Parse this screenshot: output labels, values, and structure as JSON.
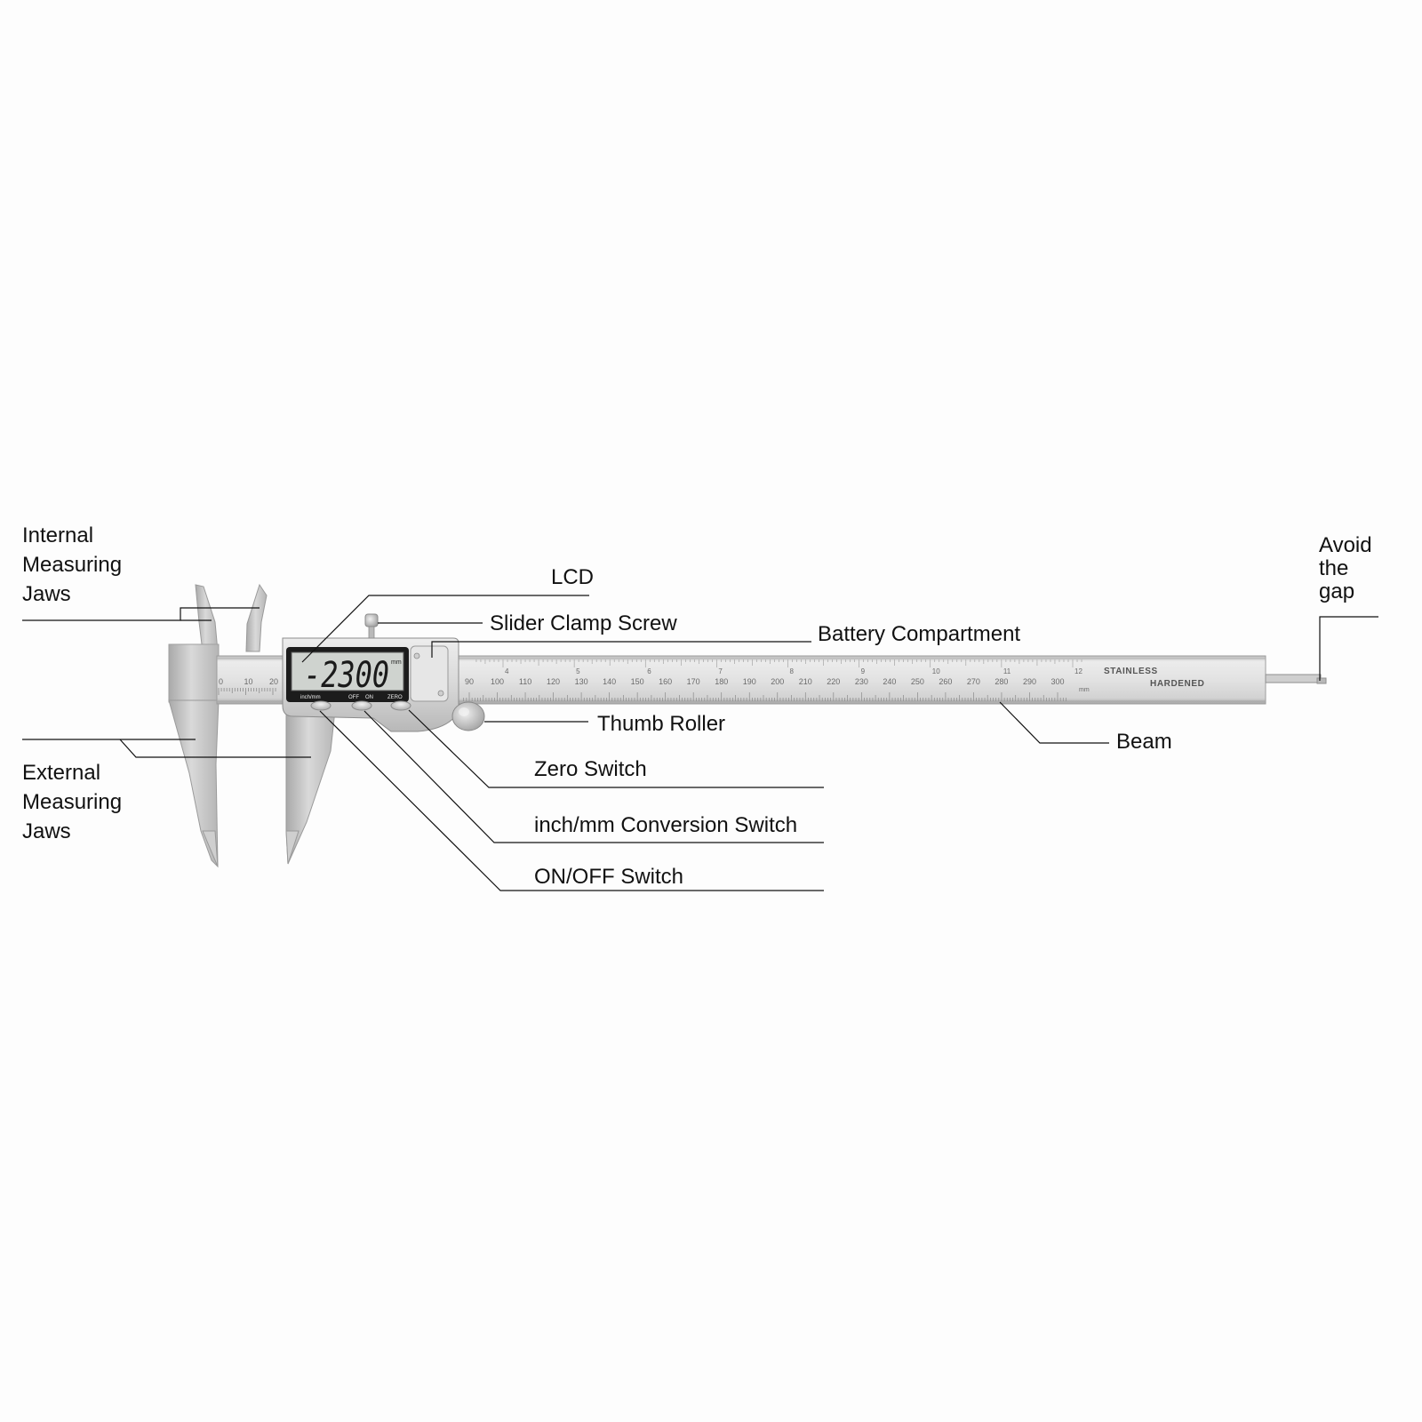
{
  "labels": {
    "internal_jaws": [
      "Internal",
      "Measuring",
      "Jaws"
    ],
    "external_jaws": [
      "External",
      "Measuring",
      "Jaws"
    ],
    "lcd": "LCD",
    "slider_clamp_screw": "Slider Clamp Screw",
    "battery_compartment": "Battery Compartment",
    "thumb_roller": "Thumb Roller",
    "zero_switch": "Zero Switch",
    "inch_mm_switch": "inch/mm Conversion Switch",
    "on_off_switch": "ON/OFF Switch",
    "beam": "Beam",
    "avoid_gap": [
      "Avoid",
      "the",
      "gap"
    ]
  },
  "display": {
    "reading": "-2300",
    "unit": "mm",
    "button_labels": [
      "inch/mm",
      "OFF",
      "ON",
      "ZERO"
    ]
  },
  "beam_markings": {
    "brand_line1": "STAINLESS",
    "brand_line2": "HARDENED",
    "unit": "mm",
    "slider_scale_labels": [
      "0",
      "10",
      "20"
    ],
    "mm_scale_labels": [
      "90",
      "100",
      "110",
      "120",
      "130",
      "140",
      "150",
      "160",
      "170",
      "180",
      "190",
      "200",
      "210",
      "220",
      "230",
      "240",
      "250",
      "260",
      "270",
      "280",
      "290",
      "300"
    ],
    "inch_scale_labels": [
      "4",
      "5",
      "6",
      "7",
      "8",
      "9",
      "10",
      "11",
      "12"
    ]
  },
  "colors": {
    "steel_light": "#e3e3e3",
    "steel_mid": "#c9c9c9",
    "steel_dark": "#9a9a9a",
    "lcd_bg": "#cfd3cf",
    "lcd_frame": "#1c1c1c",
    "leader_line": "#111111"
  }
}
